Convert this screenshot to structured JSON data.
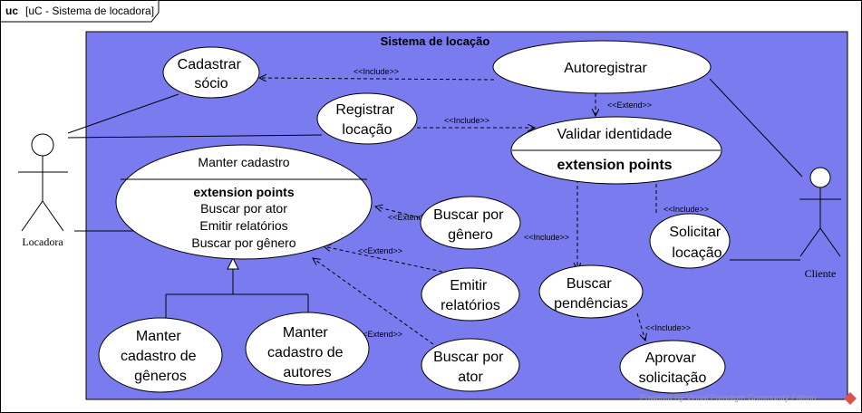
{
  "frame": {
    "kind": "uc",
    "title": "[uC - Sistema de locadora]"
  },
  "system": {
    "title": "Sistema de locação",
    "fill": "#7b7bf0"
  },
  "actors": {
    "locadora": "Locadora",
    "cliente": "Cliente"
  },
  "use_cases": {
    "cadastrar_socio": [
      "Cadastrar",
      "sócio"
    ],
    "autoregistrar": [
      "Autoregistrar"
    ],
    "registrar_locacao": [
      "Registrar",
      "locação"
    ],
    "validar_identidade": {
      "name": "Validar identidade",
      "ep_header": "extension points"
    },
    "manter_cadastro": {
      "name": "Manter cadastro",
      "ep_header": "extension points",
      "ep_items": [
        "Buscar por ator",
        "Emitir relatórios",
        "Buscar por gênero"
      ]
    },
    "buscar_genero": [
      "Buscar por",
      "gênero"
    ],
    "solicitar_locacao": [
      "Solicitar",
      "locação"
    ],
    "emitir_relatorios": [
      "Emitir",
      "relatórios"
    ],
    "buscar_pendencias": [
      "Buscar",
      "pendências"
    ],
    "manter_generos": [
      "Manter",
      "cadastro de",
      "gêneros"
    ],
    "manter_autores": [
      "Manter",
      "cadastro de",
      "autores"
    ],
    "buscar_ator": [
      "Buscar por",
      "ator"
    ],
    "aprovar_solicitacao": [
      "Aprovar",
      "solicitação"
    ]
  },
  "relations": {
    "include": "<<Include>>",
    "extend": "<<Extend>>"
  },
  "watermark": "Powered By Visual Paradigm Community Edition"
}
